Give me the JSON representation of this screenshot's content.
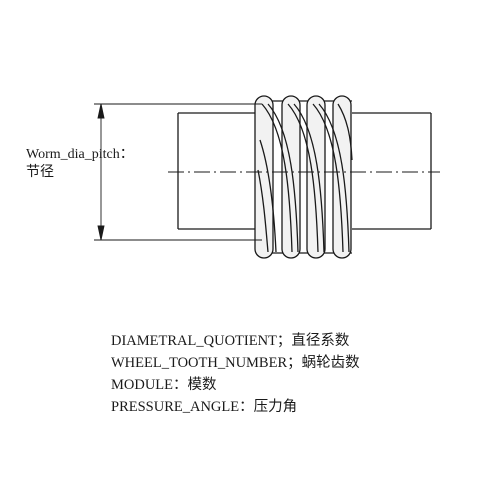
{
  "diagram": {
    "dimension_label": {
      "en": "Worm_dia_pitch：",
      "cn": "节径"
    },
    "line_color": "#1a1a1a",
    "thread_fill": "#f2f2f2"
  },
  "legend": {
    "rows": [
      "DIAMETRAL_QUOTIENT；直径系数",
      "WHEEL_TOOTH_NUMBER；蜗轮齿数",
      "MODULE：模数",
      "PRESSURE_ANGLE：压力角"
    ]
  }
}
